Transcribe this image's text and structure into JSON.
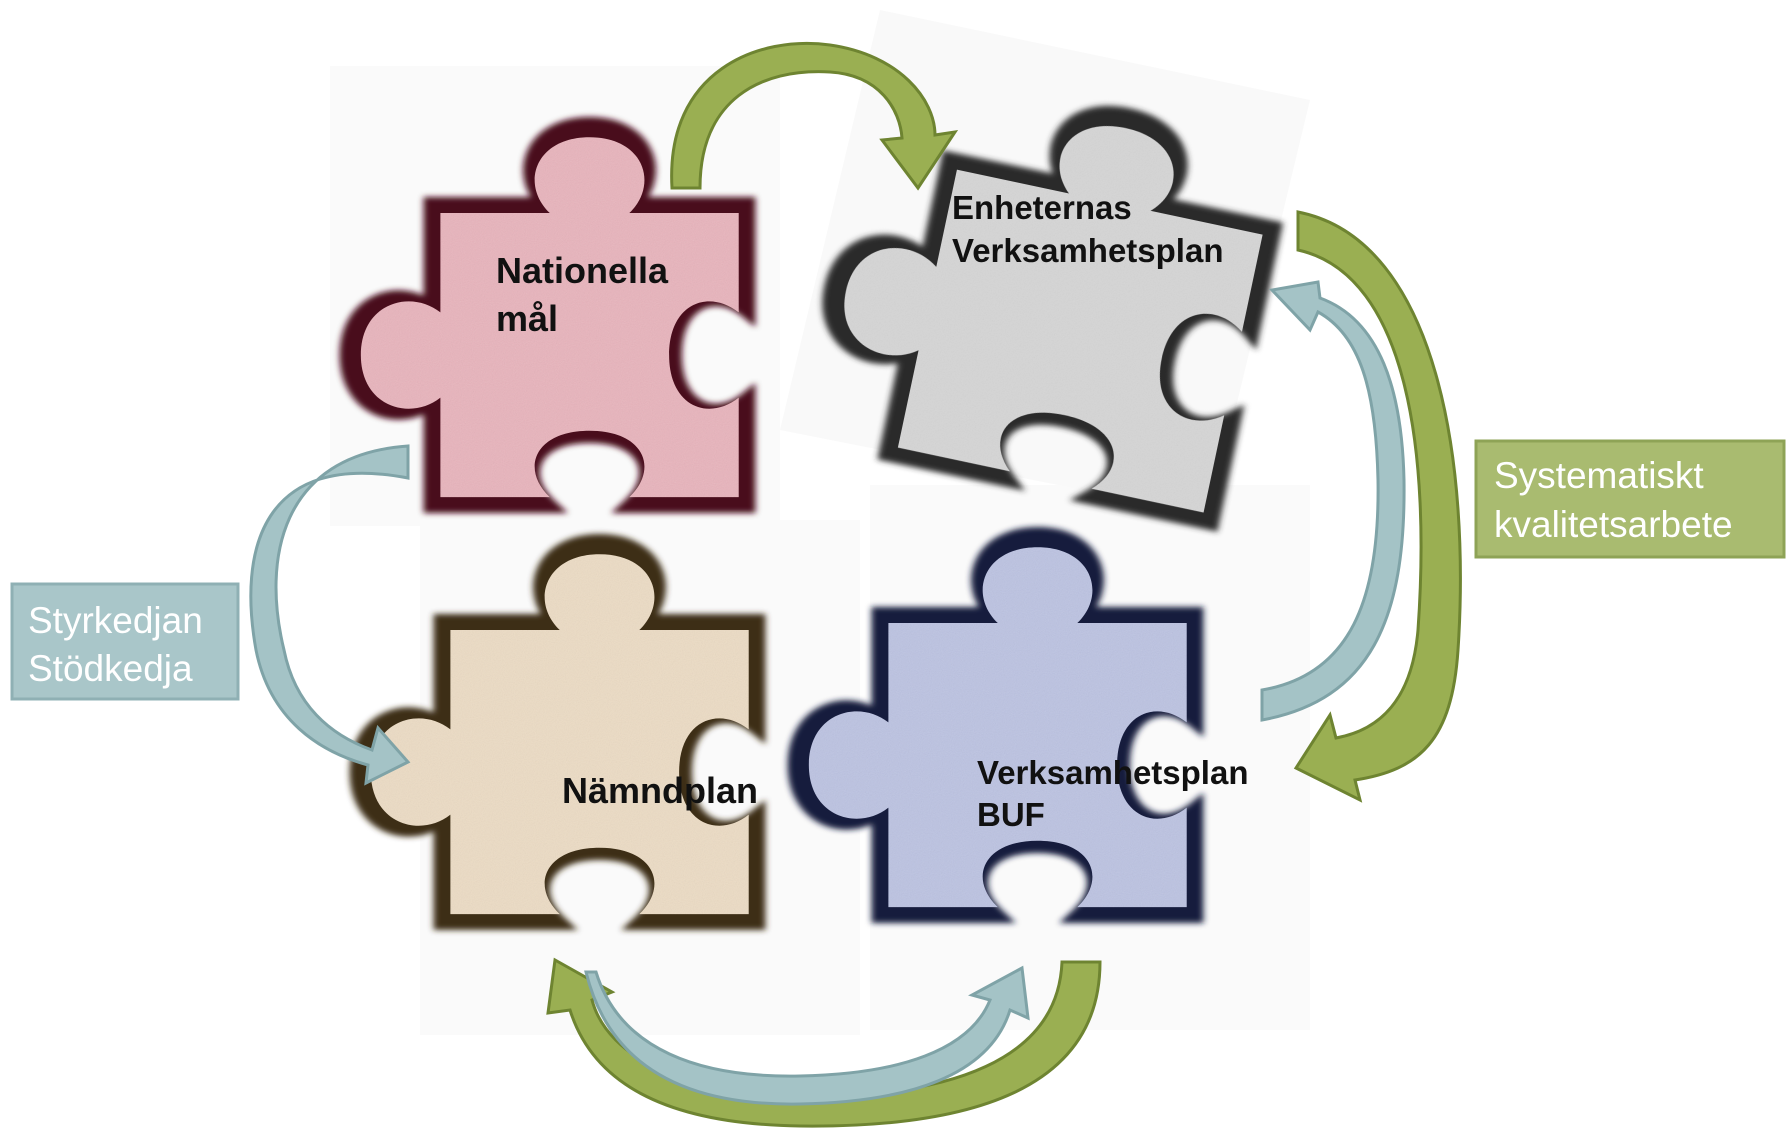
{
  "pieces": {
    "nationella": {
      "line1": "Nationella",
      "line2": "mål",
      "fill": "#e8b4bc",
      "edge": "#4a0d1c"
    },
    "enheternas": {
      "line1": "Enheternas",
      "line2": "Verksamhetsplan",
      "fill": "#d6d6d6",
      "edge": "#2a2a2a"
    },
    "namndplan": {
      "line1": "Nämndplan",
      "fill": "#ecdcc4",
      "edge": "#3e2e18"
    },
    "buf": {
      "line1": "Verksamhetsplan",
      "line2": "BUF",
      "fill": "#bcc3e2",
      "edge": "#151a3c"
    }
  },
  "labels": {
    "styrkedja": {
      "line1": "Styrkedjan",
      "line2": "Stödkedja",
      "fill": "#a9c6c9",
      "border": "#8fb0b4"
    },
    "systematiskt": {
      "line1": "Systematiskt",
      "line2": "kvalitetsarbete",
      "fill": "#a9bb70",
      "border": "#8ea356"
    }
  },
  "colors": {
    "green_arrow": "#9aaf52",
    "green_arrow_edge": "#6e8431",
    "blue_arrow": "#a4c3c6",
    "blue_arrow_edge": "#7fa3a7"
  }
}
